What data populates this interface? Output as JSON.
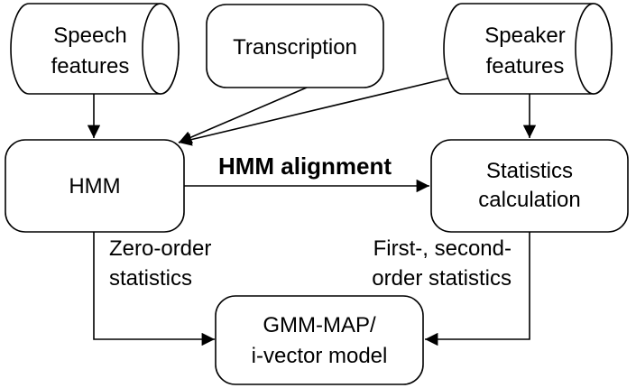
{
  "nodes": {
    "speech_features": [
      "Speech",
      "features"
    ],
    "transcription": [
      "Transcription"
    ],
    "speaker_features": [
      "Speaker",
      "features"
    ],
    "hmm": [
      "HMM"
    ],
    "statistics_calculation": [
      "Statistics",
      "calculation"
    ],
    "gmm_model": [
      "GMM-MAP/",
      "i-vector model"
    ]
  },
  "edges": {
    "hmm_alignment": "HMM alignment",
    "zero_order": [
      "Zero-order",
      "statistics"
    ],
    "first_second_order": [
      "First-, second-",
      "order statistics"
    ]
  }
}
